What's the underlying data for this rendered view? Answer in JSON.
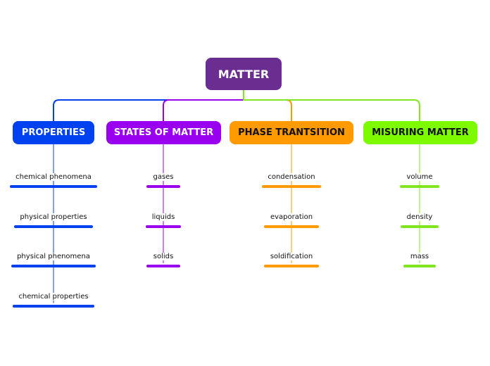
{
  "root": {
    "label": "MATTER",
    "color": "#6a2e91"
  },
  "branches": [
    {
      "label": "PROPERTIES",
      "color": "#0041f0",
      "text_color": "#ffffff",
      "line_color": "#0041f0",
      "leaves": [
        "chemical phenomena",
        "physical properties",
        "physical phenomena",
        "chemical properties"
      ]
    },
    {
      "label": "STATES OF MATTER",
      "color": "#9a00f0",
      "text_color": "#ffffff",
      "line_color": "#9a00f0",
      "leaves": [
        "gases",
        "liquids",
        "solids"
      ]
    },
    {
      "label": "PHASE TRANTSITION",
      "color": "#ff9a00",
      "text_color": "#111111",
      "line_color": "#ff9a00",
      "leaves": [
        "condensation",
        "evaporation",
        "soldification"
      ]
    },
    {
      "label": "MISURING MATTER",
      "color": "#7dfa00",
      "text_color": "#111111",
      "line_color": "#82e61e",
      "leaves": [
        "volume",
        "density",
        "mass"
      ]
    }
  ]
}
